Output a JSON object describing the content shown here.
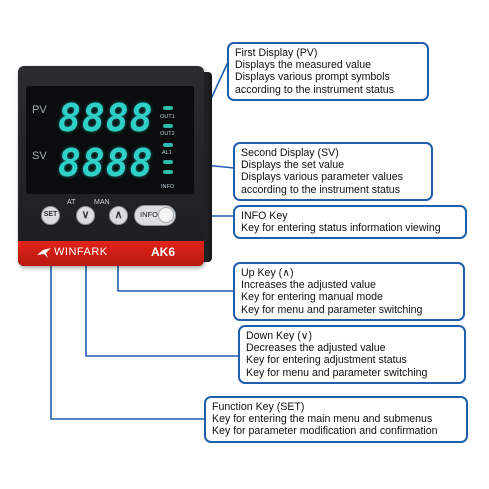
{
  "device": {
    "pv_label": "PV",
    "sv_label": "SV",
    "pv_digits": "8888",
    "sv_digits": "8888",
    "indicators": [
      "OUT1",
      "OUT2",
      "AL1",
      "INFO"
    ],
    "buttons": {
      "set": "SET",
      "down": "∨",
      "up": "∧",
      "info": "INFO"
    },
    "button_labels": {
      "at": "AT",
      "man": "MAN"
    },
    "brand": "WINFARK",
    "model": "AK6"
  },
  "callouts": {
    "first_display": {
      "lines": [
        "First Display (PV)",
        "Displays the measured value",
        "Displays various prompt symbols",
        "according to the instrument status"
      ]
    },
    "second_display": {
      "lines": [
        "Second Display (SV)",
        "Displays the set value",
        "Displays various parameter values",
        "according to the instrument status"
      ]
    },
    "info_key": {
      "lines": [
        "INFO Key",
        "Key for entering status information viewing"
      ]
    },
    "up_key": {
      "lines": [
        "Up Key (∧)",
        "Increases the adjusted value",
        "Key for entering manual mode",
        "Key for menu and parameter switching"
      ]
    },
    "down_key": {
      "lines": [
        "Down Key (∨)",
        "Decreases the adjusted value",
        "Key for entering adjustment status",
        "Key for menu and parameter switching"
      ]
    },
    "function_key": {
      "lines": [
        "Function Key (SET)",
        "Key for entering the main menu and submenus",
        "Key for parameter modification and confirmation"
      ]
    }
  },
  "colors": {
    "callout_border": "#1f5fae",
    "leader_line": "#1f5fae",
    "display_digits": "#2fd0c8",
    "brand_strip": "#e0241a"
  }
}
